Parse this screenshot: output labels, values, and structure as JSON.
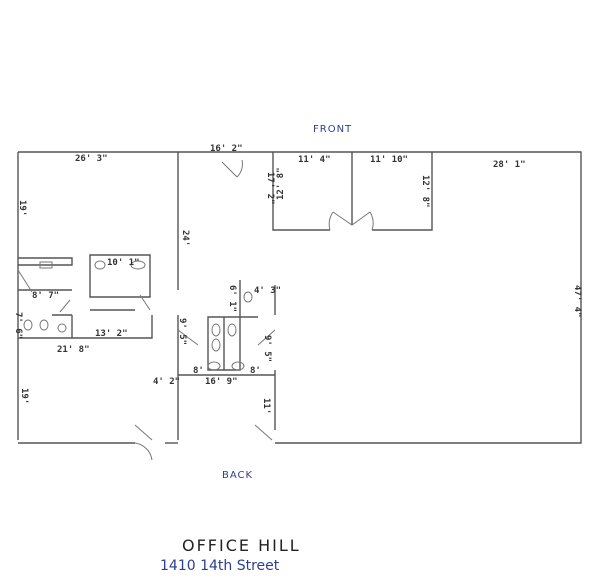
{
  "labels": {
    "front": "FRONT",
    "back": "BACK",
    "title": "OFFICE HILL",
    "address": "1410 14th Street"
  },
  "dims": {
    "d26_3": "26' 3\"",
    "d19_top": "19'",
    "d16_2": "16' 2\"",
    "d17_2": "17' 2\"",
    "d12_8a": "12' 8\"",
    "d24": "24'",
    "d10_1": "10' 1\"",
    "d8_7": "8' 7\"",
    "d7_6": "7' 6\"",
    "d13_2": "13' 2\"",
    "d21_8": "21' 8\"",
    "d19_bottom": "19'",
    "d9_5a": "9' 5\"",
    "d9_5b": "9' 5\"",
    "d6_1": "6' 1\"",
    "d4_3": "4' 3\"",
    "d8a": "8'",
    "d8b": "8'",
    "d4_2": "4' 2\"",
    "d16_9": "16' 9\"",
    "d11": "11'",
    "d11_4": "11' 4\"",
    "d11_10": "11' 10\"",
    "d12_8b": "12' 8\"",
    "d28_1": "28' 1\"",
    "d47_4": "47' 4\""
  },
  "colors": {
    "wall": "#555555",
    "ink_blue": "#2d3f8f"
  }
}
